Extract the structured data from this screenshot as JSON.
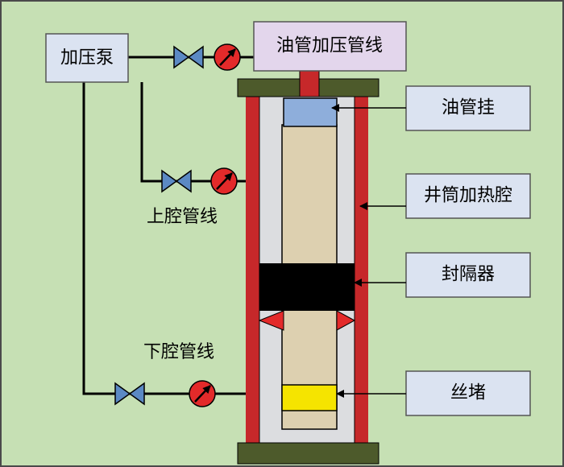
{
  "labels": {
    "pump": "加压泵",
    "tubing_pressure_line": "油管加压管线",
    "tubing_hanger": "油管挂",
    "wellbore_heating_chamber": "井筒加热腔",
    "packer": "封隔器",
    "plug": "丝堵",
    "upper_chamber_line": "上腔管线",
    "lower_chamber_line": "下腔管线"
  },
  "colors": {
    "background": "#c6e0b4",
    "box_fill": "#dbe3f1",
    "tubing_box_fill": "#e3d6ec",
    "casing_red": "#c6282a",
    "flange": "#4d5a2b",
    "inner_chamber": "#dcdde0",
    "tubing": "#ddd0b0",
    "hanger": "#8eaedb",
    "packer": "#000000",
    "plug": "#f5e400",
    "valve": "#5b89c4",
    "gauge": "#e32a2a"
  },
  "icons": [
    "valve-icon",
    "pressure-gauge-icon",
    "arrow-icon"
  ]
}
